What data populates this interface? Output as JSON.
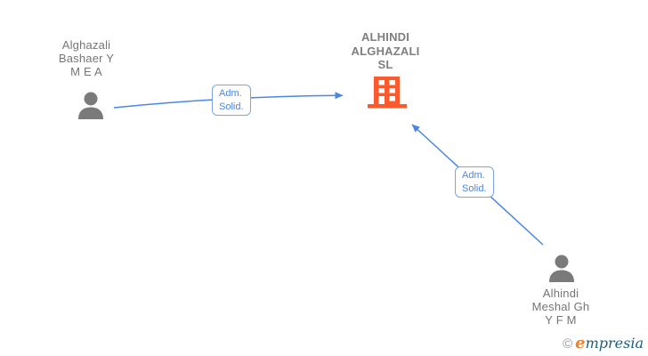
{
  "company": {
    "name_lines": [
      "ALHINDI",
      "ALGHAZALI",
      "SL"
    ],
    "icon": "building-icon"
  },
  "person_a": {
    "name_lines": [
      "Alghazali",
      "Bashaer Y",
      "M E A"
    ],
    "icon": "person-icon"
  },
  "person_b": {
    "name_lines": [
      "Alhindi",
      "Meshal Gh",
      "Y F M"
    ],
    "icon": "person-icon"
  },
  "edge_a": {
    "label_lines": [
      "Adm.",
      "Solid."
    ]
  },
  "edge_b": {
    "label_lines": [
      "Adm.",
      "Solid."
    ]
  },
  "footer": {
    "copyright_symbol": "©",
    "brand_initial": "e",
    "brand_rest": "mpresia"
  },
  "colors": {
    "edge_blue": "#4a86e8",
    "edge_label_border": "#7ba3e6",
    "edge_label_text": "#4a86e8",
    "person_icon_gray": "#7a7a7a",
    "person_name_gray": "#757575",
    "company_name_gray": "#7f7f7f",
    "building_orange": "#f95b2e",
    "brand_orange": "#f0822d",
    "brand_teal": "#1d5e7d",
    "background": "#ffffff"
  }
}
